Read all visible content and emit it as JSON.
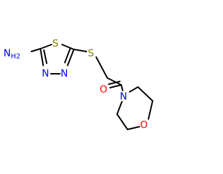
{
  "molecule": {
    "atoms": {
      "amino": {
        "element": "N",
        "hydrogens": "2",
        "color": "#0000ff"
      },
      "ring_s": {
        "element": "S",
        "color": "#808000"
      },
      "ring_n_left": {
        "element": "N",
        "color": "#0000ff"
      },
      "ring_n_right": {
        "element": "N",
        "color": "#0000ff"
      },
      "thioether_s": {
        "element": "S",
        "color": "#808000"
      },
      "carbonyl_o": {
        "element": "O",
        "color": "#ff0000"
      },
      "morpholine_n": {
        "element": "N",
        "color": "#0000ff"
      },
      "morpholine_o": {
        "element": "O",
        "color": "#ff0000"
      }
    },
    "bond_color": "#000000"
  }
}
